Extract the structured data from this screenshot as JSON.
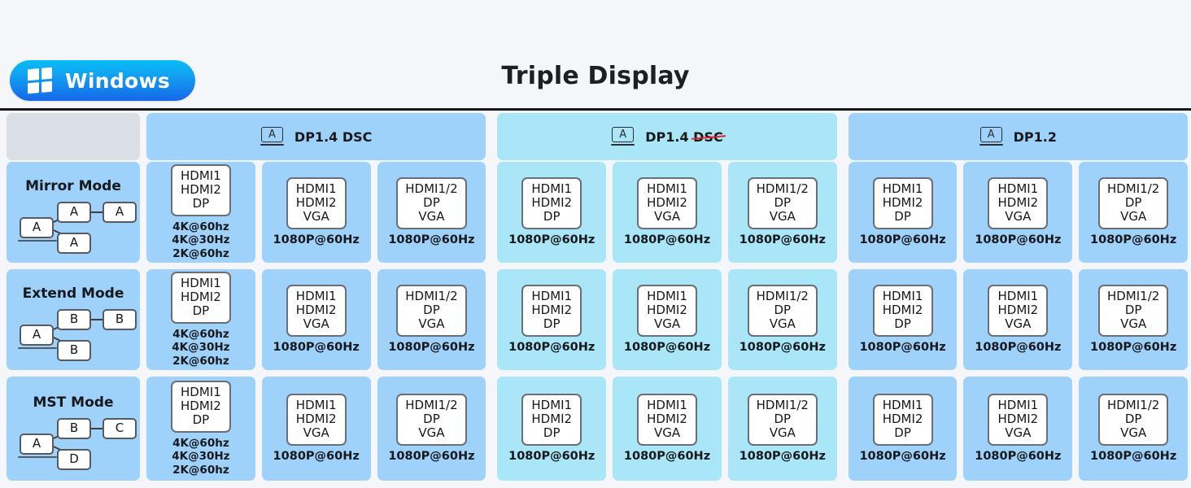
{
  "header": {
    "os_badge": {
      "label": "Windows",
      "icon": "windows-logo-icon"
    },
    "title": "Triple Display"
  },
  "colors": {
    "page_background": "#f4f6fa",
    "group_blue": "#9fd2fb",
    "group_cyan": "#a9e6f7",
    "corner_gray": "#dadee5",
    "strike_red": "#e8202a",
    "badge_gradient_top": "#06bdf7",
    "badge_gradient_bottom": "#1667e9",
    "text": "#17181c"
  },
  "column_groups": [
    {
      "id": "dp14dsc",
      "icon": "laptop-a-icon",
      "label": "DP1.4 DSC",
      "label_strike": "",
      "columns": 3,
      "tint": "blue"
    },
    {
      "id": "dp14nodsc",
      "icon": "laptop-a-icon",
      "label": "DP1.4 ",
      "label_strike": "DSC",
      "columns": 3,
      "tint": "cyan"
    },
    {
      "id": "dp12",
      "icon": "laptop-a-icon",
      "label": "DP1.2",
      "label_strike": "",
      "columns": 3,
      "tint": "blue"
    }
  ],
  "corner_cell": {
    "label": ""
  },
  "rows": [
    {
      "mode": "Mirror Mode",
      "diagram": {
        "host": "A",
        "top": "A",
        "bottom": "A",
        "right": "A"
      },
      "cells": [
        {
          "ports": [
            "HDMI1",
            "HDMI2",
            "DP"
          ],
          "res": [
            "4K@60hz",
            "4K@30Hz",
            "2K@60hz"
          ]
        },
        {
          "ports": [
            "HDMI1",
            "HDMI2",
            "VGA"
          ],
          "res": [
            "1080P@60Hz"
          ]
        },
        {
          "ports": [
            "HDMI1/2",
            "DP",
            "VGA"
          ],
          "res": [
            "1080P@60Hz"
          ]
        },
        {
          "ports": [
            "HDMI1",
            "HDMI2",
            "DP"
          ],
          "res": [
            "1080P@60Hz"
          ]
        },
        {
          "ports": [
            "HDMI1",
            "HDMI2",
            "VGA"
          ],
          "res": [
            "1080P@60Hz"
          ]
        },
        {
          "ports": [
            "HDMI1/2",
            "DP",
            "VGA"
          ],
          "res": [
            "1080P@60Hz"
          ]
        },
        {
          "ports": [
            "HDMI1",
            "HDMI2",
            "DP"
          ],
          "res": [
            "1080P@60Hz"
          ]
        },
        {
          "ports": [
            "HDMI1",
            "HDMI2",
            "VGA"
          ],
          "res": [
            "1080P@60Hz"
          ]
        },
        {
          "ports": [
            "HDMI1/2",
            "DP",
            "VGA"
          ],
          "res": [
            "1080P@60Hz"
          ]
        }
      ]
    },
    {
      "mode": "Extend Mode",
      "diagram": {
        "host": "A",
        "top": "B",
        "bottom": "B",
        "right": "B"
      },
      "cells": [
        {
          "ports": [
            "HDMI1",
            "HDMI2",
            "DP"
          ],
          "res": [
            "4K@60hz",
            "4K@30Hz",
            "2K@60hz"
          ]
        },
        {
          "ports": [
            "HDMI1",
            "HDMI2",
            "VGA"
          ],
          "res": [
            "1080P@60Hz"
          ]
        },
        {
          "ports": [
            "HDMI1/2",
            "DP",
            "VGA"
          ],
          "res": [
            "1080P@60Hz"
          ]
        },
        {
          "ports": [
            "HDMI1",
            "HDMI2",
            "DP"
          ],
          "res": [
            "1080P@60Hz"
          ]
        },
        {
          "ports": [
            "HDMI1",
            "HDMI2",
            "VGA"
          ],
          "res": [
            "1080P@60Hz"
          ]
        },
        {
          "ports": [
            "HDMI1/2",
            "DP",
            "VGA"
          ],
          "res": [
            "1080P@60Hz"
          ]
        },
        {
          "ports": [
            "HDMI1",
            "HDMI2",
            "DP"
          ],
          "res": [
            "1080P@60Hz"
          ]
        },
        {
          "ports": [
            "HDMI1",
            "HDMI2",
            "VGA"
          ],
          "res": [
            "1080P@60Hz"
          ]
        },
        {
          "ports": [
            "HDMI1/2",
            "DP",
            "VGA"
          ],
          "res": [
            "1080P@60Hz"
          ]
        }
      ]
    },
    {
      "mode": "MST Mode",
      "diagram": {
        "host": "A",
        "top": "B",
        "bottom": "D",
        "right": "C"
      },
      "cells": [
        {
          "ports": [
            "HDMI1",
            "HDMI2",
            "DP"
          ],
          "res": [
            "4K@60hz",
            "4K@30Hz",
            "2K@60hz"
          ]
        },
        {
          "ports": [
            "HDMI1",
            "HDMI2",
            "VGA"
          ],
          "res": [
            "1080P@60Hz"
          ]
        },
        {
          "ports": [
            "HDMI1/2",
            "DP",
            "VGA"
          ],
          "res": [
            "1080P@60Hz"
          ]
        },
        {
          "ports": [
            "HDMI1",
            "HDMI2",
            "DP"
          ],
          "res": [
            "1080P@60Hz"
          ]
        },
        {
          "ports": [
            "HDMI1",
            "HDMI2",
            "VGA"
          ],
          "res": [
            "1080P@60Hz"
          ]
        },
        {
          "ports": [
            "HDMI1/2",
            "DP",
            "VGA"
          ],
          "res": [
            "1080P@60Hz"
          ]
        },
        {
          "ports": [
            "HDMI1",
            "HDMI2",
            "DP"
          ],
          "res": [
            "1080P@60Hz"
          ]
        },
        {
          "ports": [
            "HDMI1",
            "HDMI2",
            "VGA"
          ],
          "res": [
            "1080P@60Hz"
          ]
        },
        {
          "ports": [
            "HDMI1/2",
            "DP",
            "VGA"
          ],
          "res": [
            "1080P@60Hz"
          ]
        }
      ]
    }
  ]
}
